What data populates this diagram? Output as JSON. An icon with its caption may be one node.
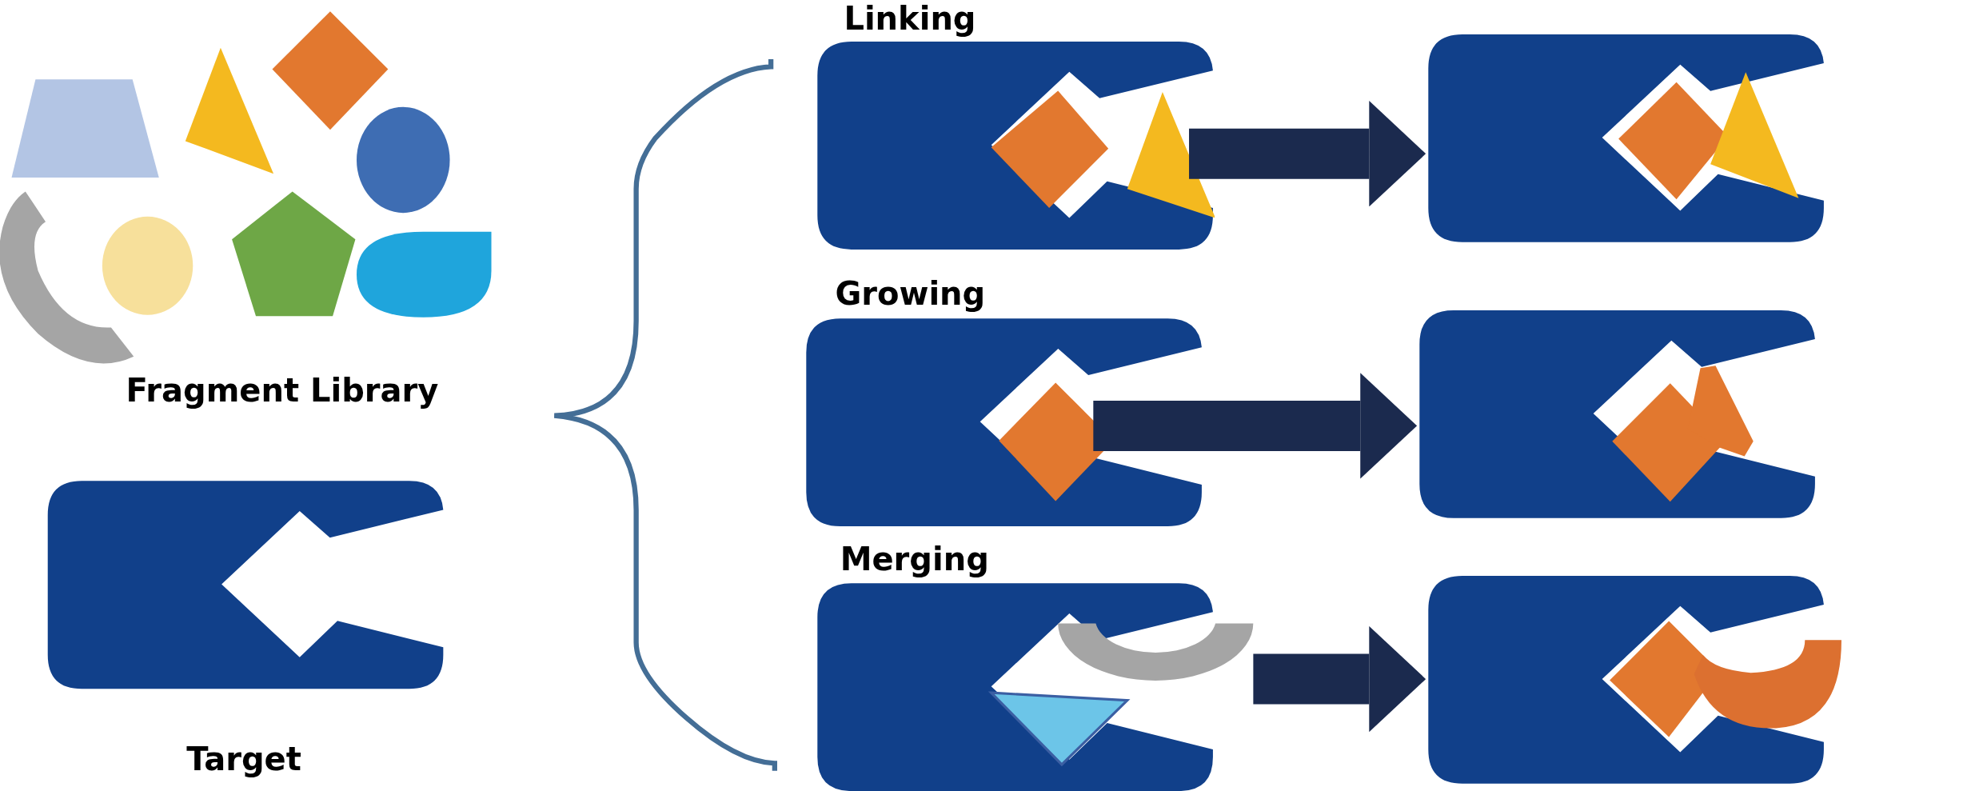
{
  "diagram": {
    "nodes": [
      {
        "text": [
          "Linking"
        ]
      },
      {
        "text": [],
        "shape": "picture"
      },
      {
        "text": [
          "Growing"
        ]
      },
      {
        "text": [],
        "shape": "picture"
      },
      {
        "text": [
          "Merging"
        ]
      },
      {
        "text": [],
        "shape": "picture"
      },
      {
        "text": [
          "Target"
        ]
      }
    ],
    "edges": [
      {
        "from": 0,
        "to": 1,
        "arrow": "to"
      },
      {
        "from": 2,
        "to": 3,
        "arrow": "to"
      },
      {
        "from": 4,
        "to": 5,
        "arrow": "to"
      }
    ],
    "labels": [
      "Fragment Library"
    ]
  }
}
